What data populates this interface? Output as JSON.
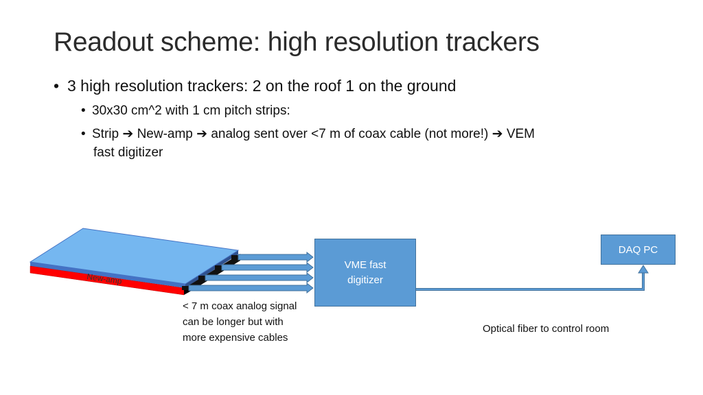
{
  "title": "Readout scheme: high resolution trackers",
  "bullets": {
    "b1": "3 high resolution trackers: 2 on the roof 1 on the ground",
    "b1a": "30x30 cm^2 with 1 cm pitch strips:",
    "b1b_parts": [
      "Strip",
      "New-amp",
      "analog sent over <7 m of coax cable (not more!)",
      "VEM"
    ],
    "b1b_line2": "fast digitizer",
    "bullet_char": "•",
    "arrow_char": "➔"
  },
  "diagram": {
    "newamp_label": "New-amp",
    "vme_label": "VME fast digitizer",
    "daq_label": "DAQ PC",
    "coax_note": "< 7 m coax analog signal can be longer but with more expensive cables",
    "fiber_note": "Optical fiber to control room",
    "colors": {
      "tracker_top": "#75b7f0",
      "tracker_edge": "#4472c4",
      "amp_red": "#ff0000",
      "box_fill": "#5b9bd5",
      "box_border": "#41719c"
    },
    "cable_count": 4
  }
}
